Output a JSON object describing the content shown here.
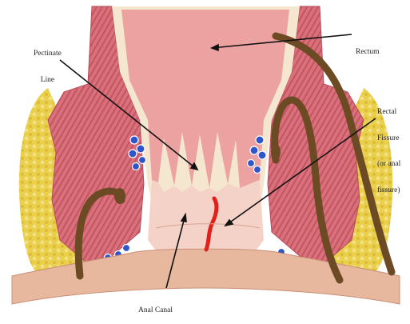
{
  "diagram": {
    "labels": {
      "pectinate": [
        "Pectinate",
        "Line"
      ],
      "rectum": "Rectum",
      "fissure": [
        "Rectal",
        "Fissure",
        "(or anal",
        "fissure)"
      ],
      "anal_canal": "Anal Canal"
    },
    "colors": {
      "background": "#ffffff",
      "fat_yellow": "#e9cf4a",
      "muscle_pink": "#d9707a",
      "muscle_dark": "#b84d5a",
      "lumen_pink": "#eba2a0",
      "mucosa_light": "#f4d2c8",
      "skin": "#e7b79e",
      "fissure_red": "#e0201a",
      "vessel_blue": "#2f56c8",
      "nerve_brown": "#6b4a24",
      "leader_line": "#111111"
    }
  }
}
